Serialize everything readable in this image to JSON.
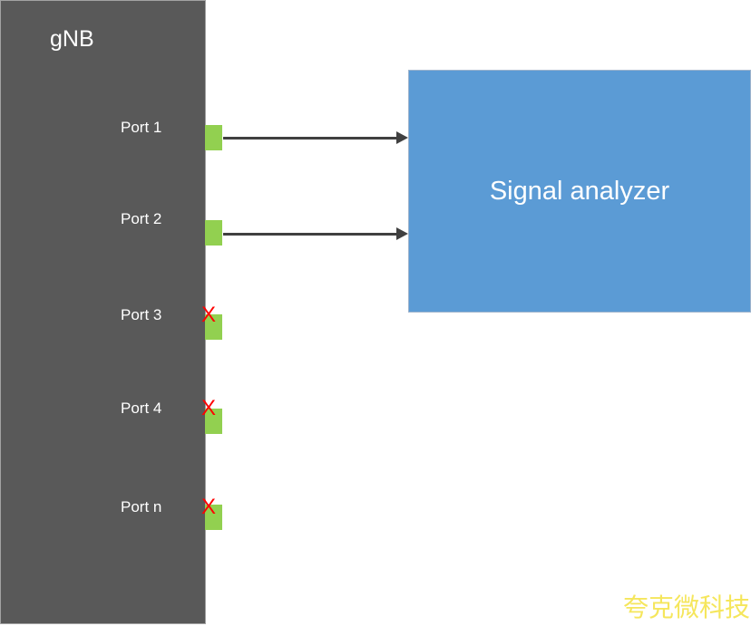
{
  "diagram": {
    "gnb": {
      "title": "gNB",
      "ports": [
        {
          "label": "Port 1",
          "status": "connected"
        },
        {
          "label": "Port 2",
          "status": "connected"
        },
        {
          "label": "Port 3",
          "status": "blocked"
        },
        {
          "label": "Port 4",
          "status": "blocked"
        },
        {
          "label": "Port n",
          "status": "blocked"
        }
      ]
    },
    "analyzer": {
      "label": "Signal analyzer"
    },
    "blocked_mark": "X",
    "watermark": "夸克微科技",
    "colors": {
      "gnb_fill": "#595959",
      "gnb_border": "#a3a3a3",
      "port_fill": "#92D050",
      "analyzer_fill": "#5B9BD5",
      "analyzer_border": "#9fb4cc",
      "arrow": "#404040",
      "blocked_x": "#FF0000",
      "label_text": "#FFFFFF",
      "watermark": "#F5E65C"
    }
  }
}
